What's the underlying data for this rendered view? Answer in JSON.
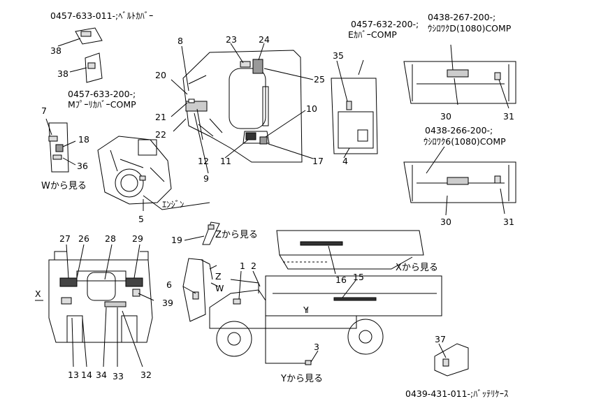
{
  "part_refs": {
    "belt_cover": "0457-633-011-;ﾍﾞﾙﾄｶﾊﾞｰ",
    "pulley_cover_line1": "0457-633-200-;",
    "pulley_cover_line2": "MﾌﾟｰﾘｶﾊﾞｰCOMP",
    "e_cover_line1": "0457-632-200-;",
    "e_cover_line2": "EｶﾊﾞｰCOMP",
    "tail_d_line1": "0438-267-200-;",
    "tail_d_line2": "ｳｼﾛﾜｸD(1080)COMP",
    "tail_6_line1": "0438-266-200-;",
    "tail_6_line2": "ｳｼﾛﾜｸ6(1080)COMP",
    "battery_case": "0439-431-011-;ﾊﾞｯﾃﾘｹｰｽ"
  },
  "view_labels": {
    "w_view": "Wから見る",
    "z_view": "Zから見る",
    "x_view": "Xから見る",
    "y_view": "Yから見る",
    "engine": "ｴﾝｼﾞﾝ",
    "arrow_x": "X",
    "arrow_z": "Z",
    "arrow_w": "W",
    "arrow_y": "Y"
  },
  "callouts": [
    "1",
    "2",
    "3",
    "4",
    "5",
    "6",
    "7",
    "8",
    "9",
    "10",
    "11",
    "12",
    "13",
    "14",
    "15",
    "16",
    "17",
    "18",
    "19",
    "20",
    "21",
    "22",
    "23",
    "24",
    "25",
    "26",
    "27",
    "28",
    "29",
    "30",
    "31",
    "32",
    "33",
    "34",
    "35",
    "36",
    "37",
    "38"
  ]
}
